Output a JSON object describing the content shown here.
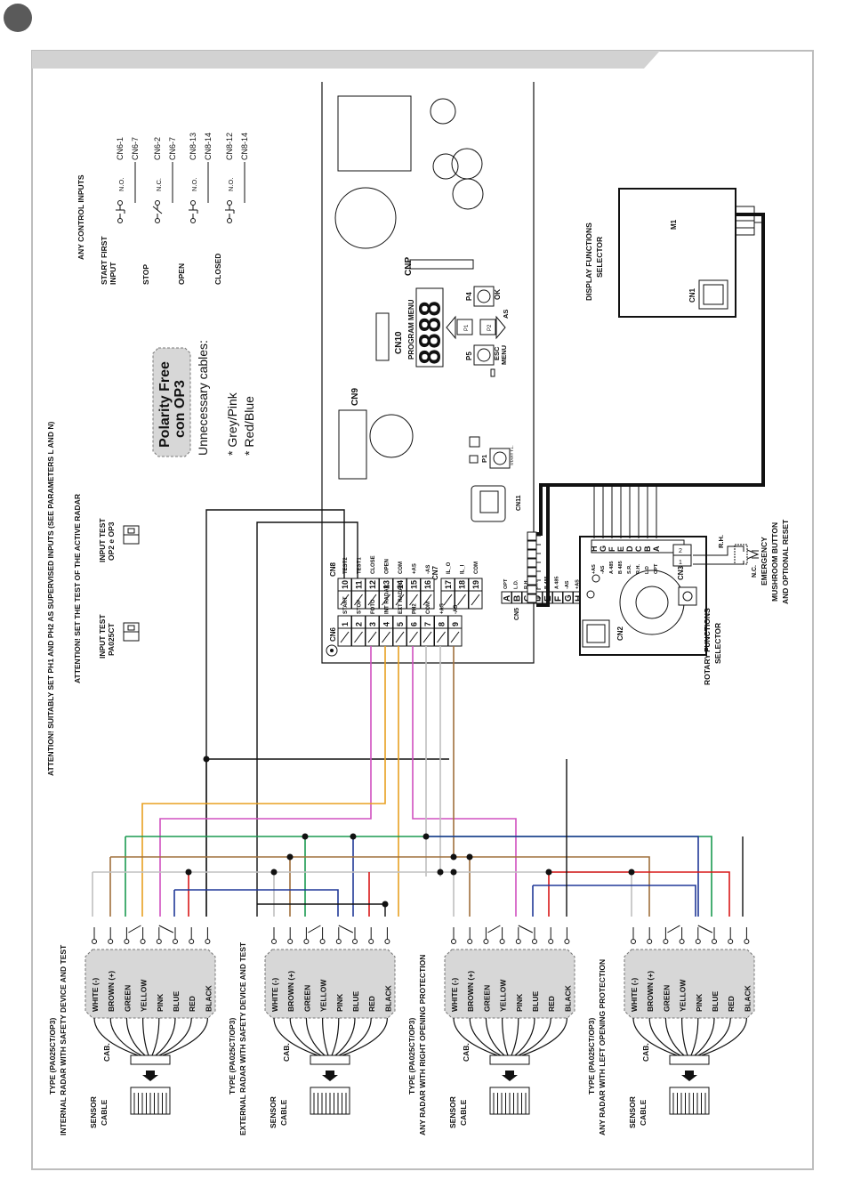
{
  "attention_1": "ATTENTION! SUITABLY SET PH1 AND PH2 AS SUPERVISED INPUTS (SEE PARAMETERS L AND N)",
  "attention_2": "ATTENTION! SET THE TEST OF THE ACTIVE RADAR",
  "input_test_1": [
    "INPUT TEST",
    "PA025CT"
  ],
  "input_test_2": [
    "INPUT TEST",
    "OP2 e OP3"
  ],
  "polarity_box": [
    "Polarity Free",
    "con OP3"
  ],
  "unnecessary": {
    "title": "Unnecessary cables:",
    "items": [
      "* Grey/Pink",
      "* Red/Blue"
    ]
  },
  "control_inputs": {
    "title": "ANY CONTROL INPUTS",
    "items": [
      {
        "label": [
          "START FIRST",
          "INPUT"
        ],
        "contact": "N.O.",
        "terminals": [
          "CN6-1",
          "CN6-7"
        ]
      },
      {
        "label": [
          "STOP"
        ],
        "contact": "N.C.",
        "terminals": [
          "CN6-2",
          "CN6-7"
        ]
      },
      {
        "label": [
          "OPEN"
        ],
        "contact": "N.O.",
        "terminals": [
          "CN8-13",
          "CN8-14"
        ]
      },
      {
        "label": [
          "CLOSED"
        ],
        "contact": "N.O.",
        "terminals": [
          "CN8-12",
          "CN8-14"
        ]
      }
    ]
  },
  "board": {
    "cnp": "CNP",
    "cn10": "CN10",
    "program_menu": "PROGRAM MENU",
    "cn9": "CN9",
    "p4": "P4",
    "ok": "OK",
    "p5": "P5",
    "esc_menu": [
      "ESC",
      "MENU"
    ],
    "as": "AS",
    "p1_button": "P1",
    "p2_button": "P2",
    "p1": "P1",
    "start_tl": "START T.L.",
    "cn11": "CN11",
    "cn5": "CN5",
    "seg_display": "8888"
  },
  "cn8": {
    "label": "CN8",
    "numbers": [
      "10",
      "11",
      "12",
      "13",
      "14",
      "15",
      "16"
    ],
    "names": [
      "TEST2",
      "TEST1",
      "CLOSE",
      "OPEN",
      "COM",
      "+AS",
      "-AS"
    ]
  },
  "cn7": {
    "label": "CN7",
    "numbers": [
      "17",
      "18",
      "19"
    ],
    "names": [
      "IL_O",
      "IL_I",
      "COM"
    ]
  },
  "cn6": {
    "label": "CN6",
    "numbers": [
      "1",
      "2",
      "3",
      "4",
      "5",
      "6",
      "7",
      "8",
      "9"
    ],
    "names": [
      "START",
      "STOP",
      "FOTO",
      "INT RADAR",
      "EXT RADAR",
      "PH2",
      "COM",
      "+AS",
      "-AS"
    ]
  },
  "cn5": {
    "letters": [
      "A",
      "B",
      "C",
      "D",
      "E",
      "F",
      "G",
      "H"
    ],
    "names": [
      "OPT",
      "L.D.",
      "R.H.",
      "S.R.",
      "B 485",
      "A 485",
      "-AS",
      "+AS"
    ]
  },
  "display_selector": {
    "title": [
      "DISPLAY FUNCTIONS",
      "SELECTOR"
    ],
    "m1": "M1",
    "cn1": "CN1",
    "terminals": [
      "R.H.",
      "B 485",
      "A 485",
      "-AS",
      "+AS"
    ]
  },
  "rotary_selector": {
    "title": [
      "ROTARY FUNCTIONS",
      "SELECTOR"
    ],
    "cn2": "CN2",
    "cn3": "CN3",
    "letters": [
      "A",
      "B",
      "C",
      "D",
      "E",
      "F",
      "G",
      "H"
    ],
    "names": [
      "OPT",
      "L.D",
      "R.H.",
      "S.R.",
      "B 485",
      "A 485",
      "-AS",
      "+AS"
    ],
    "cn3_pins": [
      "1",
      "2"
    ],
    "rh": "R.H.",
    "nc": "N.C."
  },
  "emergency": [
    "EMERGENCY",
    "MUSHROOM BUTTON",
    "AND OPTIONAL RESET"
  ],
  "wire_names": [
    "WHITE (-)",
    "BROWN (+)",
    "GREEN",
    "YELLOW",
    "PINK",
    "BLUE",
    "RED",
    "BLACK"
  ],
  "sensor_labels": {
    "cab": "CAB.",
    "sensor_cable": [
      "SENSOR",
      "CABLE"
    ]
  },
  "sensors": [
    {
      "type": "TYPE (PA025CT/OP3)",
      "desc": "INTERNAL RADAR WITH SAFETY DEVICE AND TEST"
    },
    {
      "type": "TYPE (PA025CT/OP3)",
      "desc": "EXTERNAL RADAR WITH SAFETY DEVICE AND TEST"
    },
    {
      "type": "TYPE (PA025CT/OP3)",
      "desc": "ANY RADAR WITH RIGHT OPENING PROTECTION"
    },
    {
      "type": "TYPE (PA025CT/OP3)",
      "desc": "ANY RADAR WITH LEFT OPENING PROTECTION"
    }
  ],
  "colors": {
    "white": "#c0c0c0",
    "brown": "#a0703c",
    "green": "#1a9a50",
    "yellow": "#e8a020",
    "pink": "#d050c0",
    "blue": "#203898",
    "red": "#d81818",
    "black": "#111111",
    "header": "#d2d2d2",
    "box_fill": "#d7d7d7"
  }
}
